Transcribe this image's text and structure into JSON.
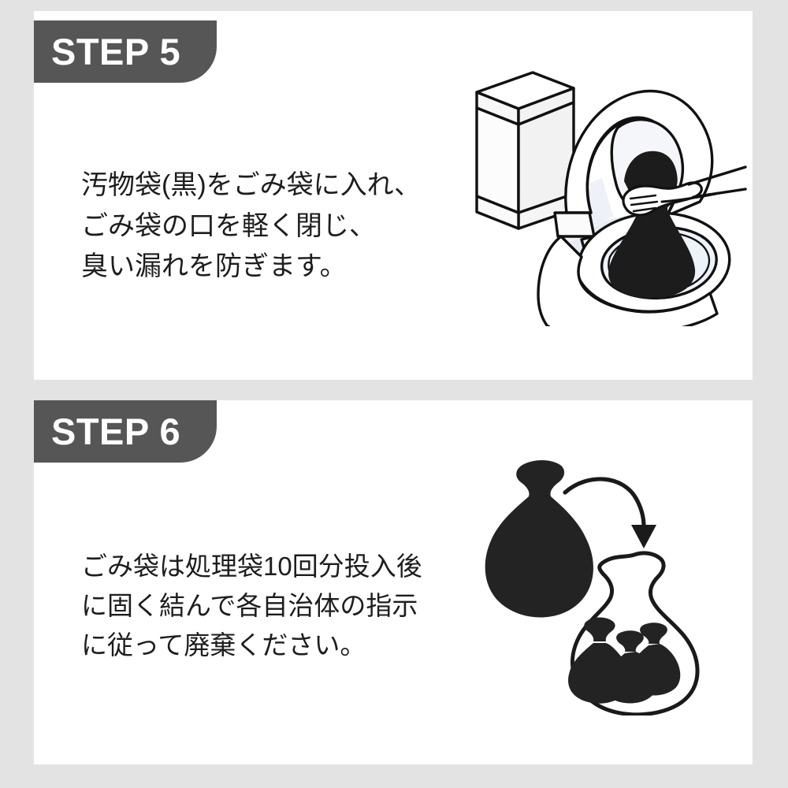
{
  "background_color": "#e3e3e3",
  "card_color": "#ffffff",
  "badge_color": "#565656",
  "badge_text_color": "#ffffff",
  "body_text_color": "#1d1d1d",
  "ink_color": "#111111",
  "seat_shade_color": "#e7ecf5",
  "cards": [
    {
      "id": "step5",
      "badge_label": "STEP 5",
      "text_lines": [
        "汚物袋(黒)をごみ袋に入れ、",
        "ごみ袋の口を軽く閉じ、",
        "臭い漏れを防ぎます。"
      ],
      "illustration_name": "toilet-with-black-bag"
    },
    {
      "id": "step6",
      "badge_label": "STEP 6",
      "text_lines": [
        "ごみ袋は処理袋10回分投入後",
        "に固く結んで各自治体の指示",
        "に従って廃棄ください。"
      ],
      "illustration_name": "tied-bag-into-garbage-bag"
    }
  ]
}
